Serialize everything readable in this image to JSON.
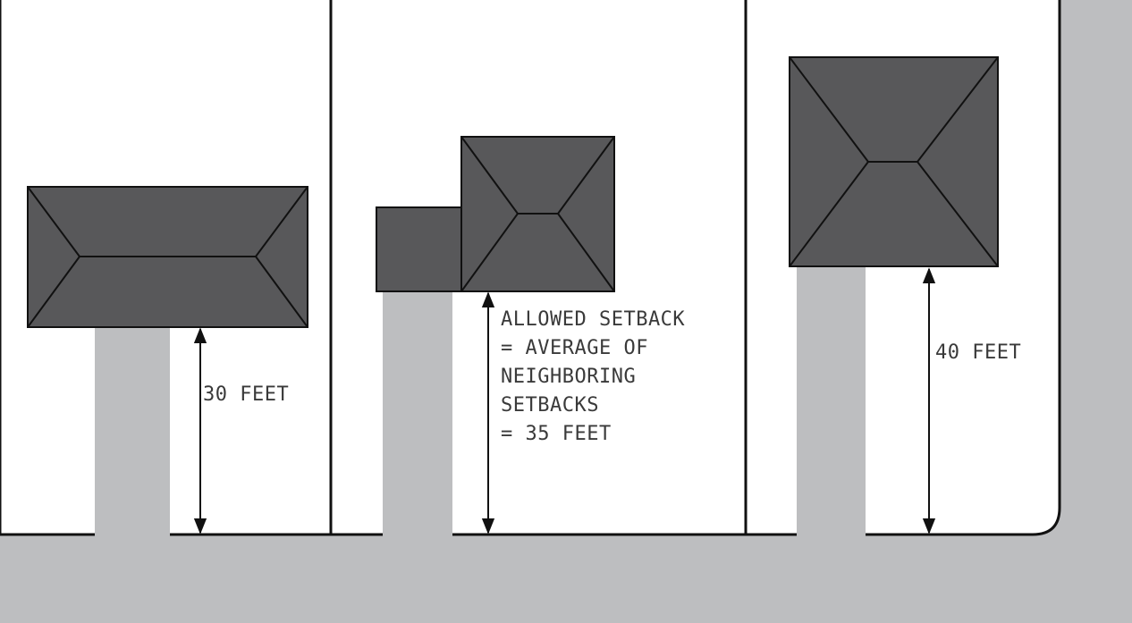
{
  "colors": {
    "street": "#bdbec0",
    "lot": "#ffffff",
    "roof": "#58585a",
    "line": "#111111",
    "driveway": "#bdbec0",
    "text": "#3a3a3a"
  },
  "lots": [
    {
      "id": "left",
      "label_lines": [
        "30 FEET"
      ]
    },
    {
      "id": "middle",
      "label_lines": [
        "ALLOWED SETBACK",
        "= AVERAGE OF",
        "NEIGHBORING",
        "SETBACKS",
        "= 35 FEET"
      ]
    },
    {
      "id": "right",
      "label_lines": [
        "40 FEET"
      ]
    }
  ]
}
